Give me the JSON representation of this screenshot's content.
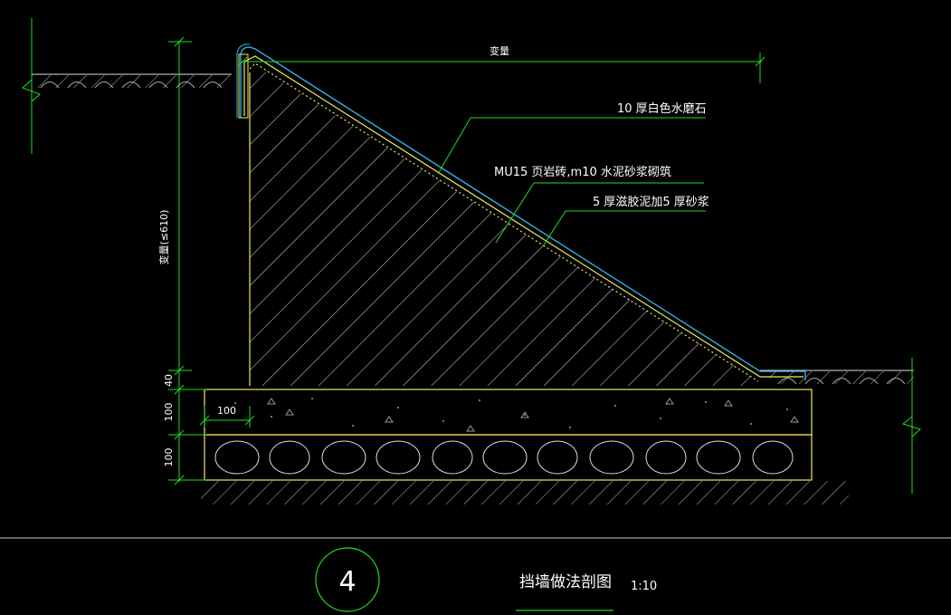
{
  "colors": {
    "background": "#000000",
    "dimension": "#22dd22",
    "outline": "#f2e85a",
    "surface": "#33bbee",
    "hatch": "#dddddd",
    "text": "#ffffff"
  },
  "top_dimension": {
    "text": "变量"
  },
  "side_dimensions": {
    "wall_height": "变量(≤610)",
    "d40": "40",
    "d100a": "100",
    "d100b": "100"
  },
  "inner_dimension": "100",
  "callouts": {
    "terrazzo": "10  厚白色水磨石",
    "brick": "MU15 页岩砖,m10 水泥砂浆砌筑",
    "mortar": "5 厚滋胶泥加5 厚砂浆"
  },
  "title_block": {
    "detail_number": "4",
    "title": "挡墙做法剖图",
    "scale": "1:10"
  }
}
